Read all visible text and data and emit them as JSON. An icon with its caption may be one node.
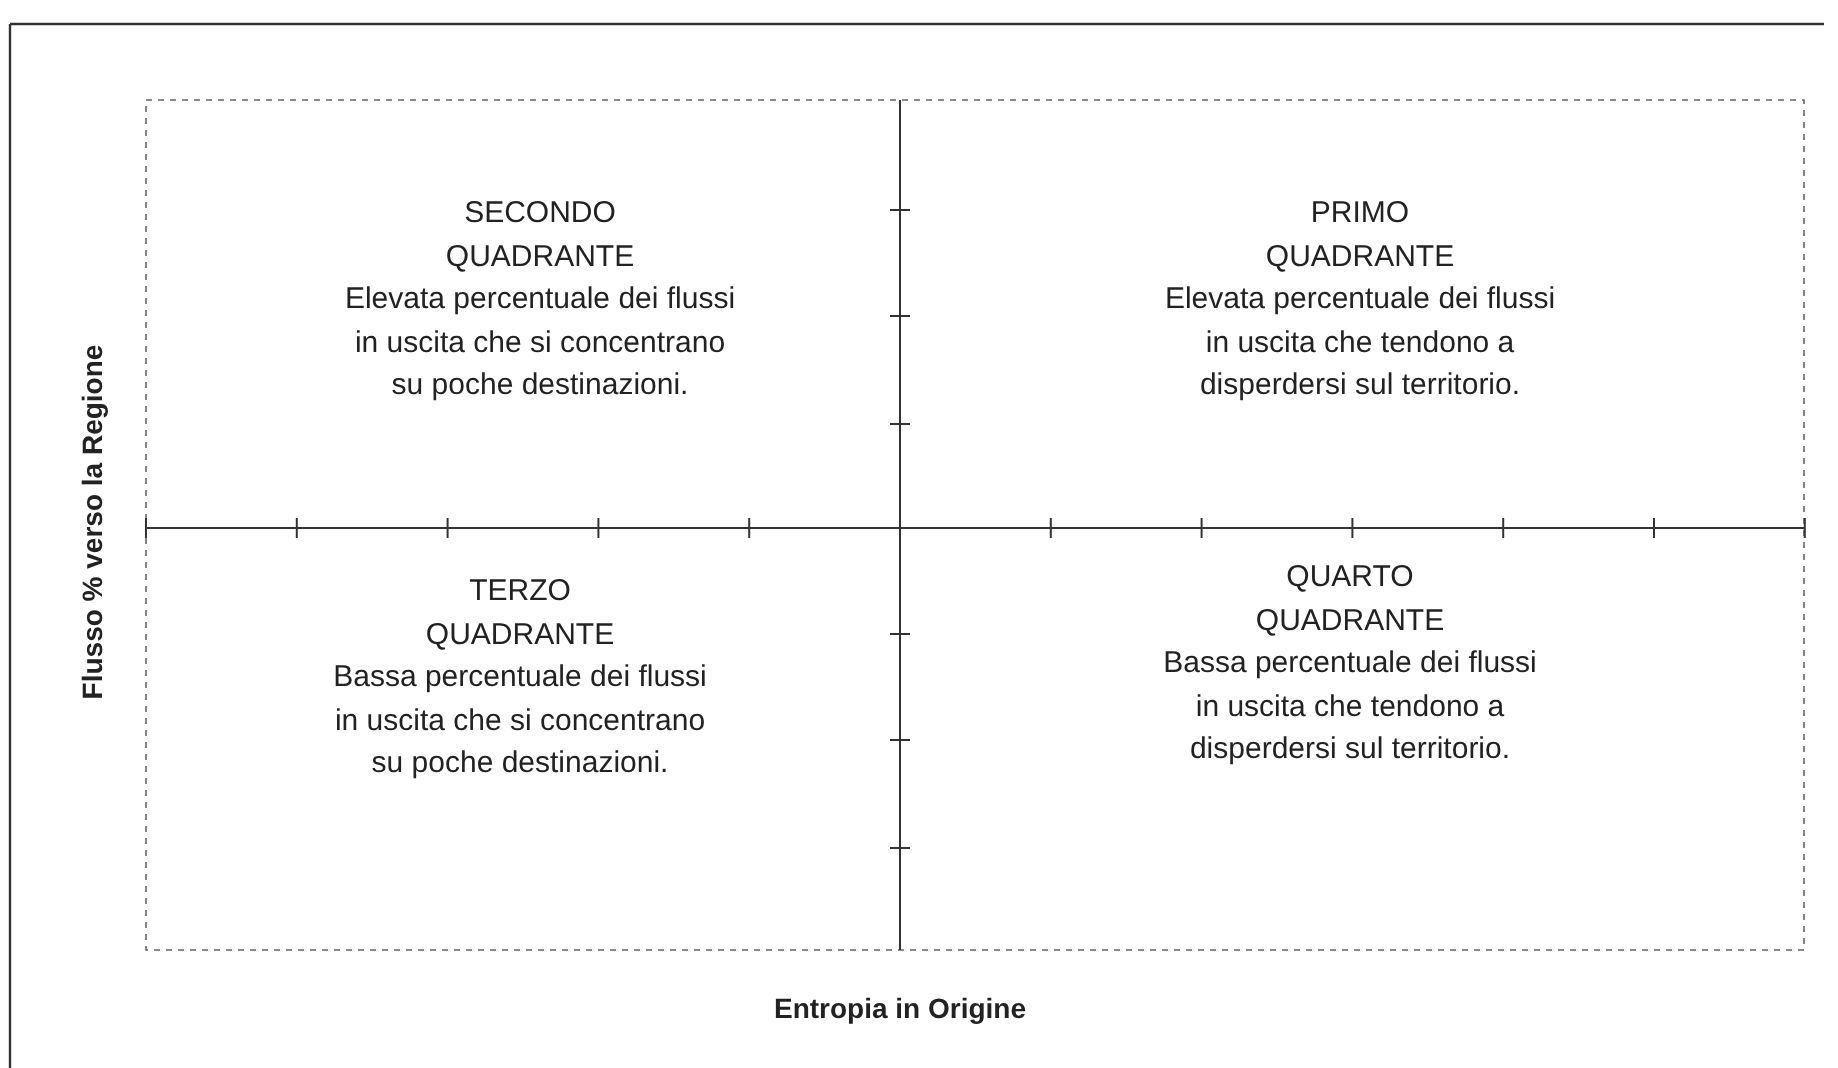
{
  "diagram": {
    "labels": [
      "SECONDO QUADRANTE",
      "Elevata percentuale dei flussi in uscita che si concentrano su poche destinazioni.",
      "PRIMO QUADRANTE",
      "Elevata percentuale dei flussi in uscita che tendono a disperdersi sul territorio.",
      "Flusso % verso la Regione",
      "TERZO QUADRANTE",
      "Bassa percentuale dei flussi in uscita che si concentrano su poche destinazioni.",
      "QUARTO QUADRANTE",
      "Bassa percentuale dei flussi in uscita che tendono a disperdersi sul territorio.",
      "Entropia in Origine"
    ]
  }
}
